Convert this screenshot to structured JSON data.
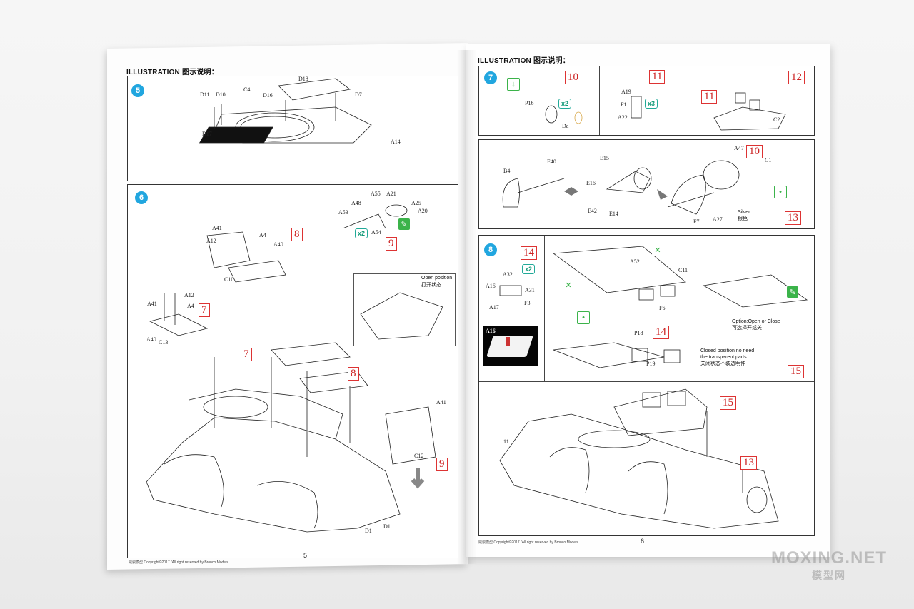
{
  "left_page": {
    "header": "ILLUSTRATION 图示说明：",
    "page_number": "5",
    "footer": "威骏模型  Copyright©2017 \"All right reserved by Bronco Models",
    "step5": {
      "number": "5",
      "labels": [
        "D11",
        "D10",
        "C4",
        "D16",
        "D18",
        "D7",
        "D17",
        "A14"
      ]
    },
    "step6": {
      "number": "6",
      "labels": [
        "A41",
        "A4",
        "A12",
        "A40",
        "C10",
        "A55",
        "A21",
        "A48",
        "A25",
        "A53",
        "A20",
        "A54",
        "A41",
        "A12",
        "A4",
        "A40",
        "C13",
        "A41",
        "C12",
        "D1",
        "D1"
      ],
      "x2": "x2",
      "refs": [
        "8",
        "9",
        "7",
        "7",
        "8",
        "9"
      ],
      "open_position_en": "Open position",
      "open_position_cn": "打开状态"
    }
  },
  "right_page": {
    "header": "ILLUSTRATION 图示说明：",
    "page_number": "6",
    "footer": "威骏模型  Copyright©2017 \"All right reserved by Bronco Models",
    "step7": {
      "number": "7",
      "refs": [
        "10",
        "11",
        "12",
        "11",
        "10",
        "13"
      ],
      "labels": [
        "P16",
        "Da",
        "A19",
        "F1",
        "A22",
        "C2",
        "B4",
        "E40",
        "E15",
        "E16",
        "E42",
        "E14",
        "A47",
        "C1",
        "F7",
        "A27"
      ],
      "x2": "x2",
      "x3": "x3",
      "silver_en": "Silver",
      "silver_cn": "银色"
    },
    "step8": {
      "number": "8",
      "refs": [
        "14",
        "14",
        "15",
        "15",
        "13"
      ],
      "labels": [
        "A32",
        "A16",
        "A31",
        "A17",
        "F3",
        "A16",
        "A52",
        "C11",
        "F6",
        "P18",
        "P19",
        "11"
      ],
      "x2": "x2",
      "option_en": "Option:Open or Close",
      "option_cn": "可选择开或关",
      "closed_en1": "Closed position no need",
      "closed_en2": "the transparent parts",
      "closed_cn": "关闭状态不装透明件"
    }
  },
  "watermark": {
    "line1": "MOXING.NET",
    "line2": "模型网"
  },
  "colors": {
    "step_circle": "#21a6df",
    "ref_red": "#cc2222",
    "green_icon": "#3bb34a"
  }
}
